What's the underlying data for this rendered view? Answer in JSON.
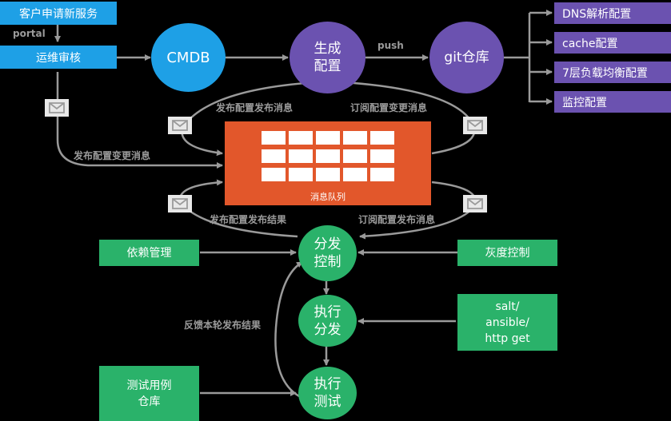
{
  "nodes": {
    "client_request": "客户申请新服务",
    "ops_review": "运维审核",
    "cmdb": "CMDB",
    "generate_config": "生成\n配置",
    "git_repo": "git仓库",
    "dns_config": "DNS解析配置",
    "cache_config": "cache配置",
    "lb7_config": "7层负载均衡配置",
    "monitor_config": "监控配置",
    "message_queue": "消息队列",
    "dispatch_control": "分发\n控制",
    "execute_dispatch": "执行\n分发",
    "execute_test": "执行\n测试",
    "dependency_mgmt": "依赖管理",
    "gray_control": "灰度控制",
    "tools": "salt/\nansible/\nhttp get",
    "test_case_repo": "测试用例\n仓库"
  },
  "edge_labels": {
    "portal": "portal",
    "push": "push",
    "publish_config_msg": "发布配置发布消息",
    "subscribe_config_change": "订阅配置变更消息",
    "publish_config_change": "发布配置变更消息",
    "publish_config_result": "发布配置发布结果",
    "subscribe_config_publish": "订阅配置发布消息",
    "feedback_result": "反馈本轮发布结果"
  },
  "colors": {
    "blue": "#1ea0e6",
    "purple": "#6b52b0",
    "green": "#2ab26a",
    "orange": "#e2572b",
    "arrow": "#9a9a9a"
  }
}
